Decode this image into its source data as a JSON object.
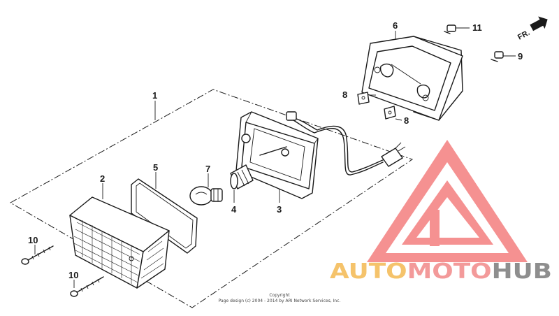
{
  "direction_label": "FR.",
  "callouts": {
    "lens_assembly": "1",
    "lens": "2",
    "housing": "3",
    "socket": "4",
    "gasket": "5",
    "case": "6",
    "bulb": "7",
    "nut_upper": "8",
    "nut_lower": "8",
    "bolt_right": "9",
    "screw_upper": "10",
    "screw_lower": "10",
    "bolt_top": "11"
  },
  "copyright": {
    "line1": "Copyright",
    "line2": "Page design (c) 2004 - 2014 by ARI Network Services, Inc."
  },
  "watermark": {
    "word_part1": "AUTO",
    "word_part2": "MOTO",
    "word_part3": "HUB",
    "colors": {
      "part1": "#f5c36b",
      "part2": "#f39a9a",
      "part3": "#8e8e8e",
      "logo": "#f26d6d"
    }
  }
}
